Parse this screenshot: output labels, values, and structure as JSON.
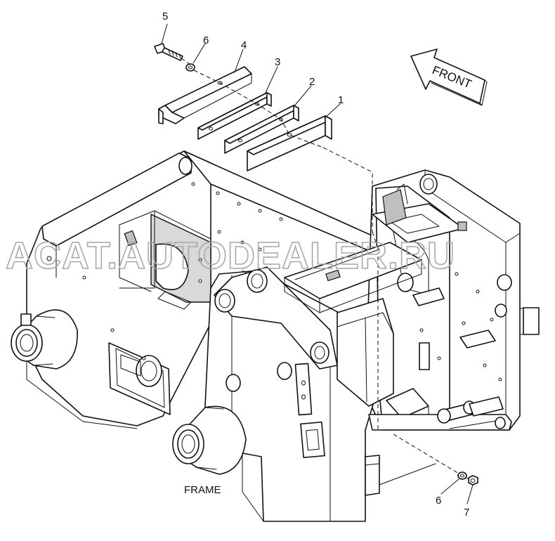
{
  "diagram": {
    "caption": "FRAME",
    "direction_label": "FRONT",
    "watermark": "ACAT.AUTODEALER.RU",
    "callouts": [
      {
        "id": "c1",
        "label": "1"
      },
      {
        "id": "c2",
        "label": "2"
      },
      {
        "id": "c3",
        "label": "3"
      },
      {
        "id": "c4",
        "label": "4"
      },
      {
        "id": "c5",
        "label": "5"
      },
      {
        "id": "c6a",
        "label": "6"
      },
      {
        "id": "c6b",
        "label": "6"
      },
      {
        "id": "c7",
        "label": "7"
      }
    ]
  }
}
